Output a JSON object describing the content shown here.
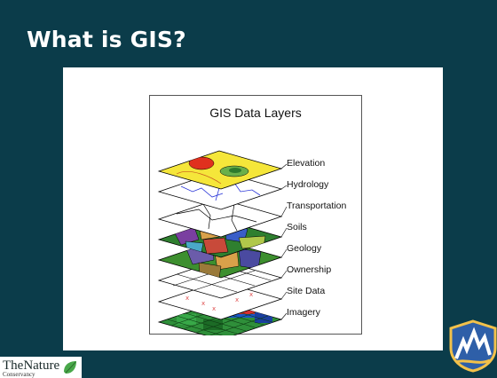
{
  "slide": {
    "title": "What is GIS?"
  },
  "figure": {
    "title": "GIS Data Layers",
    "layers": [
      "Elevation",
      "Hydrology",
      "Transportation",
      "Soils",
      "Geology",
      "Ownership",
      "Site Data",
      "Imagery"
    ]
  },
  "logos": {
    "left_text": "The Nature Conservancy",
    "left_word_1": "TheNature",
    "left_word_2": "Conservancy",
    "right_icon": "water-agency-shield-icon"
  },
  "colors": {
    "slide_background": "#0b3c4a",
    "title_text": "#ffffff"
  }
}
